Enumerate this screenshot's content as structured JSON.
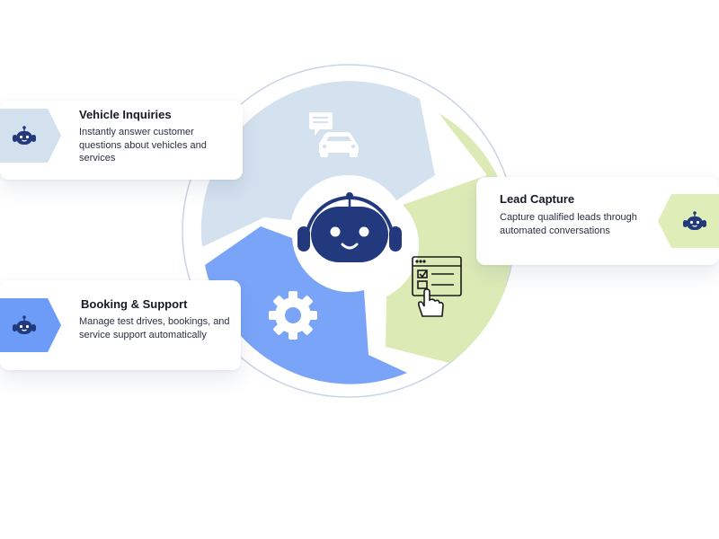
{
  "colors": {
    "ring_outline": "#c9d4e3",
    "segment_vehicle": "#d4e1ef",
    "segment_lead": "#dcebb6",
    "segment_booking": "#7aa4f7",
    "robot_navy": "#223a7d",
    "icon_white": "#ffffff"
  },
  "center": {
    "icon": "robot-chatbot-icon"
  },
  "segments": {
    "vehicle": {
      "icon": "car-chat-icon"
    },
    "lead": {
      "icon": "form-click-icon"
    },
    "booking": {
      "icon": "gear-icon"
    }
  },
  "cards": {
    "vehicle": {
      "title": "Vehicle Inquiries",
      "description": "Instantly answer customer questions about vehicles and services",
      "icon": "robot-icon"
    },
    "lead": {
      "title": "Lead Capture",
      "description": "Capture qualified leads through automated conversations",
      "icon": "robot-icon"
    },
    "booking": {
      "title": "Booking & Support",
      "description": "Manage test drives, bookings, and service support automatically",
      "icon": "robot-icon"
    }
  }
}
